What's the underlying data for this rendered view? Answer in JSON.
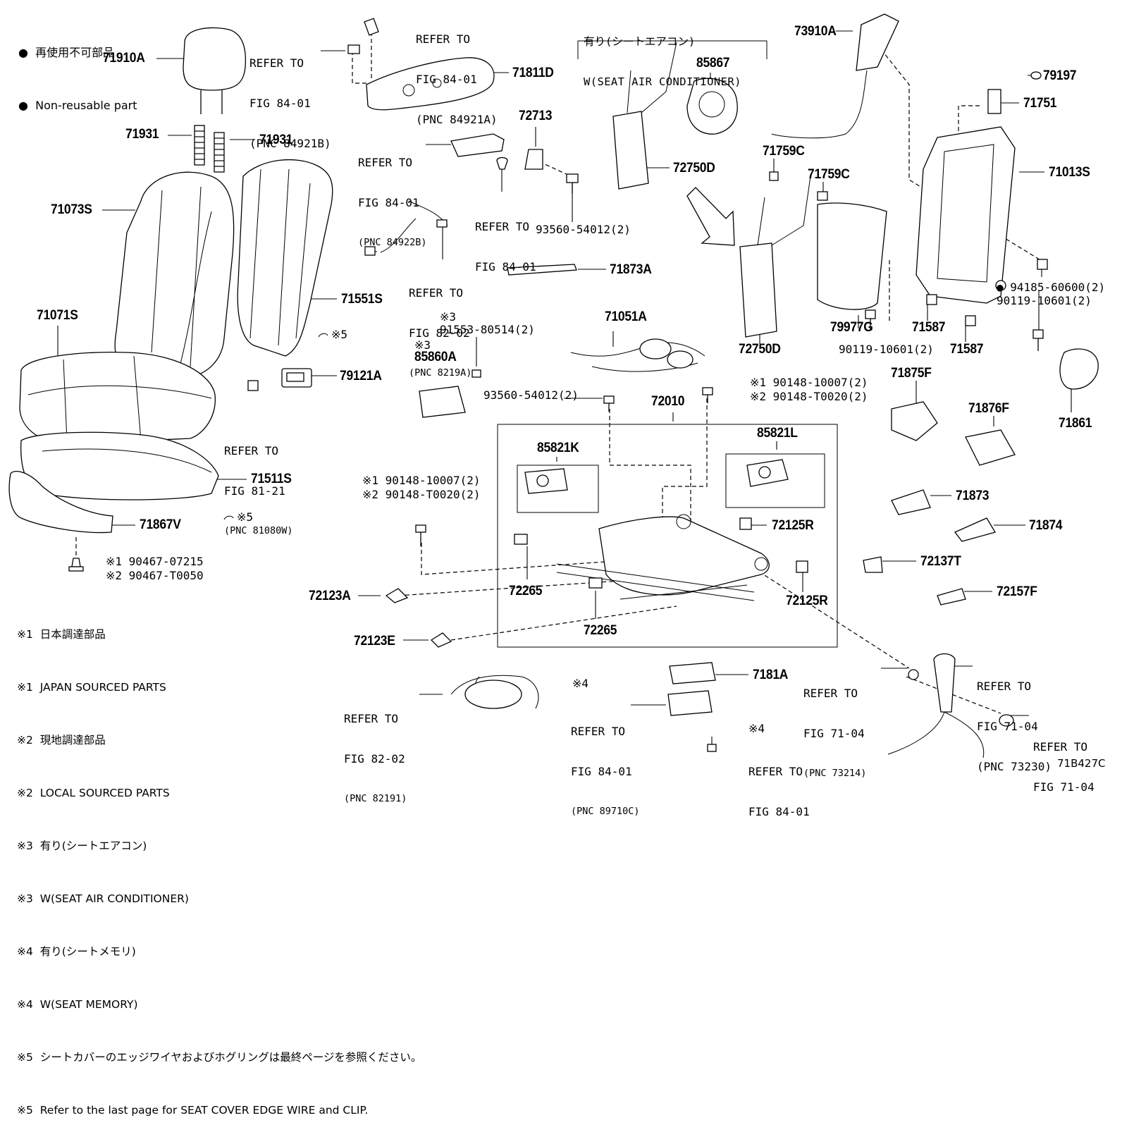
{
  "legend": {
    "jp": "再使用不可部品",
    "en": "Non-reusable part"
  },
  "header_option": {
    "jp": "有り(シートエアコン)",
    "en": "W(SEAT AIR CONDITIONER)"
  },
  "labels": {
    "p71910A": "71910A",
    "p71931a": "71931",
    "p71931b": "71931",
    "p71073S": "71073S",
    "p71071S": "71071S",
    "p71551S": "71551S",
    "p71511S": "71511S",
    "p71867V": "71867V",
    "p79121A": "79121A",
    "p71811D": "71811D",
    "p72713": "72713",
    "p71873A": "71873A",
    "p85860A": "85860A",
    "p71051A": "71051A",
    "p72010": "72010",
    "p85821K": "85821K",
    "p85821L": "85821L",
    "p72125Ra": "72125R",
    "p72125Rb": "72125R",
    "p72265a": "72265",
    "p72265b": "72265",
    "p72123A": "72123A",
    "p72123E": "72123E",
    "p7181A": "7181A",
    "p85867": "85867",
    "p72750Da": "72750D",
    "p72750Db": "72750D",
    "p71759Ca": "71759C",
    "p71759Cb": "71759C",
    "p73910A": "73910A",
    "p79197": "79197",
    "p71751": "71751",
    "p71013S": "71013S",
    "p79977G": "79977G",
    "p71587a": "71587",
    "p71587b": "71587",
    "p71861": "71861",
    "p71875F": "71875F",
    "p71876F": "71876F",
    "p71873": "71873",
    "p71874": "71874",
    "p72137T": "72137T",
    "p72157F": "72157F"
  },
  "bolts": {
    "b93560a": "93560-54012(2)",
    "b93560b": "93560-54012(2)",
    "b90119a": "90119-10601(2)",
    "b90119b": "90119-10601(2)",
    "b94185": "94185-60600(2)",
    "b91553_mark": "※3",
    "b91553": "91553-80514(2)",
    "b85860_mark": "※3",
    "b90148r_1": "※1 90148-10007(2)",
    "b90148r_2": "※2 90148-T0020(2)",
    "b90148l_1": "※1 90148-10007(2)",
    "b90148l_2": "※2 90148-T0020(2)",
    "b90467_1": "※1 90467-07215",
    "b90467_2": "※2 90467-T0050",
    "c5a": "※5",
    "c5b": "※5",
    "m4a": "※4",
    "m4b": "※4"
  },
  "refs": {
    "r1": {
      "l1": "REFER TO",
      "l2": "FIG 84-01",
      "l3": "(PNC 84921B)"
    },
    "r2": {
      "l1": "REFER TO",
      "l2": "FIG 84-01",
      "l3": "(PNC 84921A)"
    },
    "r3": {
      "l1": "REFER TO",
      "l2": "FIG 84-01",
      "l3": "(PNC 84922B)"
    },
    "r4": {
      "l1": "REFER TO",
      "l2": "FIG 84-01"
    },
    "r5": {
      "l1": "REFER TO",
      "l2": "FIG 82-02",
      "l3": "(PNC 8219A)"
    },
    "r6": {
      "l1": "REFER TO",
      "l2": "FIG 81-21",
      "l3": "(PNC 81080W)"
    },
    "r7": {
      "l1": "REFER TO",
      "l2": "FIG 82-02",
      "l3": "(PNC 82191)"
    },
    "r8": {
      "l1": "REFER TO",
      "l2": "FIG 84-01",
      "l3": "(PNC 89710C)"
    },
    "r9": {
      "l1": "REFER TO",
      "l2": "FIG 84-01"
    },
    "r10": {
      "l1": "REFER TO",
      "l2": "FIG 71-04",
      "l3": "(PNC 73214)"
    },
    "r11": {
      "l1": "REFER TO",
      "l2": "FIG 71-04",
      "l3": "(PNC 73230)"
    },
    "r12": {
      "l1": "REFER TO",
      "l2": "FIG 71-04"
    }
  },
  "notes": [
    "※1  日本調達部品",
    "※1  JAPAN SOURCED PARTS",
    "※2  現地調達部品",
    "※2  LOCAL SOURCED PARTS",
    "※3  有り(シートエアコン)",
    "※3  W(SEAT AIR CONDITIONER)",
    "※4  有り(シートメモリ)",
    "※4  W(SEAT MEMORY)",
    "※5  シートカバーのエッジワイヤおよびホグリングは最終ページを参照ください。",
    "※5  Refer to the last page for SEAT COVER EDGE WIRE and CLIP."
  ],
  "figure_code": "71B427C"
}
